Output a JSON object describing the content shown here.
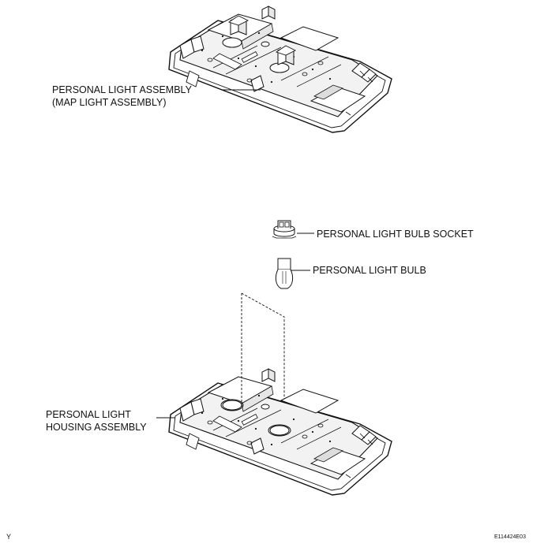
{
  "labels": {
    "map_light_line1": "PERSONAL LIGHT ASSEMBLY",
    "map_light_line2": "(MAP LIGHT ASSEMBLY)",
    "bulb_socket": "PERSONAL LIGHT BULB SOCKET",
    "bulb": "PERSONAL LIGHT BULB",
    "housing_line1": "PERSONAL LIGHT",
    "housing_line2": "HOUSING ASSEMBLY"
  },
  "footer": {
    "corner_mark": "Y",
    "figure_code": "E114424E03"
  },
  "colors": {
    "ink": "#111111",
    "panel_fill": "#f2f2f2"
  }
}
